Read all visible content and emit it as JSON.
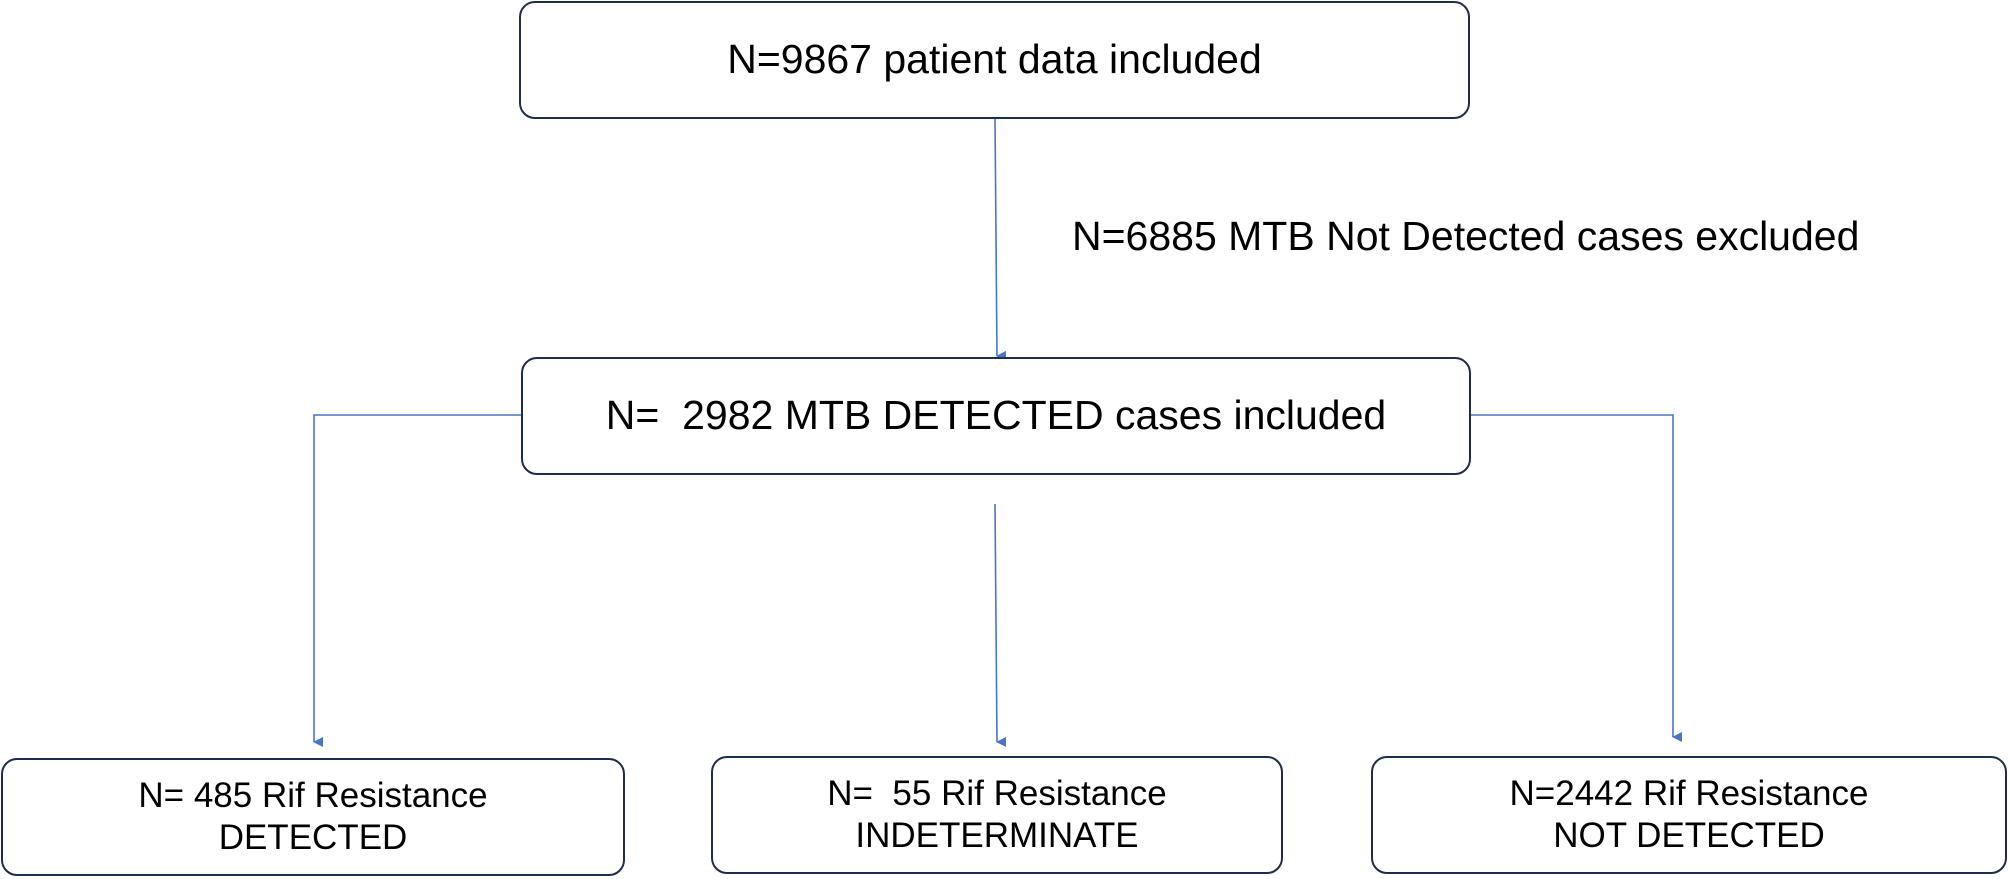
{
  "diagram": {
    "top_box": {
      "text": "N=9867 patient data included"
    },
    "exclusion_label": {
      "text": "N=6885 MTB Not Detected cases excluded"
    },
    "middle_box": {
      "text": "N=  2982 MTB DETECTED cases included"
    },
    "bottom_boxes": [
      {
        "line1": "N= 485 Rif Resistance",
        "line2": "DETECTED"
      },
      {
        "line1": "N=  55 Rif Resistance",
        "line2": "INDETERMINATE"
      },
      {
        "line1": "N=2442 Rif Resistance",
        "line2": "NOT DETECTED"
      }
    ],
    "colors": {
      "box_border": "#1f2d4d",
      "connector": "#4a74c4",
      "text": "#000000"
    }
  }
}
